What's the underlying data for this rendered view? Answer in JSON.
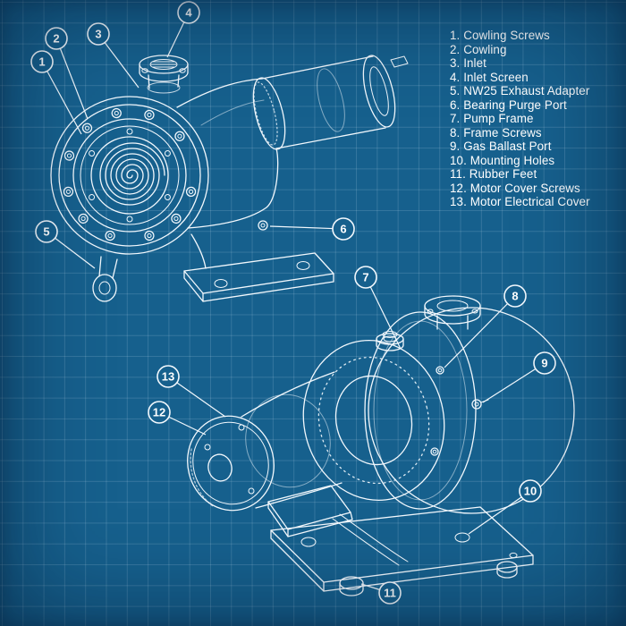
{
  "colors": {
    "background": "#16608d",
    "grid": "rgba(214,235,250,0.16)",
    "line": "#f2f8fd",
    "text": "#ffffff"
  },
  "legend": {
    "items": [
      {
        "text": "1. Cowling Screws"
      },
      {
        "text": "2. Cowling"
      },
      {
        "text": "3. Inlet"
      },
      {
        "text": "4. Inlet Screen"
      },
      {
        "text": "5. NW25 Exhaust Adapter"
      },
      {
        "text": "6. Bearing Purge Port"
      },
      {
        "text": "7. Pump Frame"
      },
      {
        "text": "8. Frame Screws"
      },
      {
        "text": "9. Gas Ballast Port"
      },
      {
        "text": "10. Mounting Holes"
      },
      {
        "text": "11. Rubber Feet"
      },
      {
        "text": "12. Motor Cover Screws"
      },
      {
        "text": "13. Motor Electrical Cover"
      }
    ]
  },
  "callouts": [
    {
      "num": "1"
    },
    {
      "num": "2"
    },
    {
      "num": "3"
    },
    {
      "num": "4"
    },
    {
      "num": "5"
    },
    {
      "num": "6"
    },
    {
      "num": "7"
    },
    {
      "num": "8"
    },
    {
      "num": "9"
    },
    {
      "num": "10"
    },
    {
      "num": "11"
    },
    {
      "num": "12"
    },
    {
      "num": "13"
    }
  ]
}
